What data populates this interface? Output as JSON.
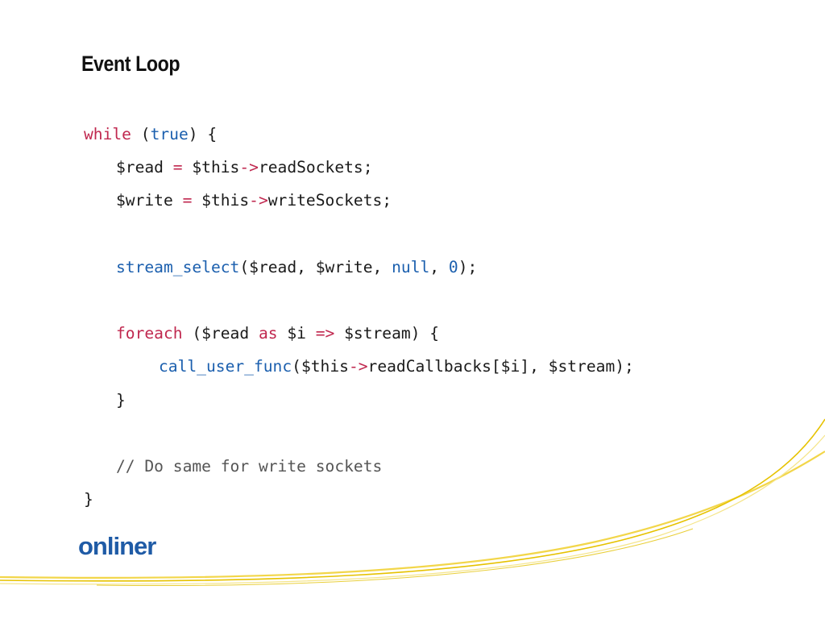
{
  "slide": {
    "title": "Event Loop",
    "code_lines": [
      {
        "indent": 0,
        "tokens": [
          {
            "t": "while",
            "c": "kw"
          },
          {
            "t": " (",
            "c": ""
          },
          {
            "t": "true",
            "c": "fn"
          },
          {
            "t": ") {",
            "c": ""
          }
        ]
      },
      {
        "indent": 1,
        "tokens": [
          {
            "t": "$read ",
            "c": ""
          },
          {
            "t": "=",
            "c": "op"
          },
          {
            "t": " $this",
            "c": ""
          },
          {
            "t": "->",
            "c": "op"
          },
          {
            "t": "readSockets;",
            "c": ""
          }
        ]
      },
      {
        "indent": 1,
        "tokens": [
          {
            "t": "$write ",
            "c": ""
          },
          {
            "t": "=",
            "c": "op"
          },
          {
            "t": " $this",
            "c": ""
          },
          {
            "t": "->",
            "c": "op"
          },
          {
            "t": "writeSockets;",
            "c": ""
          }
        ]
      },
      {
        "indent": 1,
        "tokens": []
      },
      {
        "indent": 1,
        "tokens": [
          {
            "t": "stream_select",
            "c": "fn"
          },
          {
            "t": "($read, $write, ",
            "c": ""
          },
          {
            "t": "null",
            "c": "fn"
          },
          {
            "t": ", ",
            "c": ""
          },
          {
            "t": "0",
            "c": "num"
          },
          {
            "t": ");",
            "c": ""
          }
        ]
      },
      {
        "indent": 1,
        "tokens": []
      },
      {
        "indent": 1,
        "tokens": [
          {
            "t": "foreach",
            "c": "kw"
          },
          {
            "t": " ($read ",
            "c": ""
          },
          {
            "t": "as",
            "c": "kw"
          },
          {
            "t": " $i ",
            "c": ""
          },
          {
            "t": "=>",
            "c": "op"
          },
          {
            "t": " $stream) {",
            "c": ""
          }
        ]
      },
      {
        "indent": 2,
        "tokens": [
          {
            "t": "call_user_func",
            "c": "fn"
          },
          {
            "t": "($this",
            "c": ""
          },
          {
            "t": "->",
            "c": "op"
          },
          {
            "t": "readCallbacks[$i], $stream);",
            "c": ""
          }
        ]
      },
      {
        "indent": 1,
        "tokens": [
          {
            "t": "}",
            "c": ""
          }
        ]
      },
      {
        "indent": 1,
        "tokens": []
      },
      {
        "indent": 1,
        "tokens": [
          {
            "t": "// Do same for write sockets",
            "c": "cm"
          }
        ]
      },
      {
        "indent": 0,
        "tokens": [
          {
            "t": "}",
            "c": ""
          }
        ]
      }
    ],
    "logo_text": "onliner"
  },
  "colors": {
    "keyword": "#c0284f",
    "function": "#1b5fae",
    "comment": "#555555",
    "logo": "#1f5ba6",
    "swoosh": "#e6c200"
  }
}
